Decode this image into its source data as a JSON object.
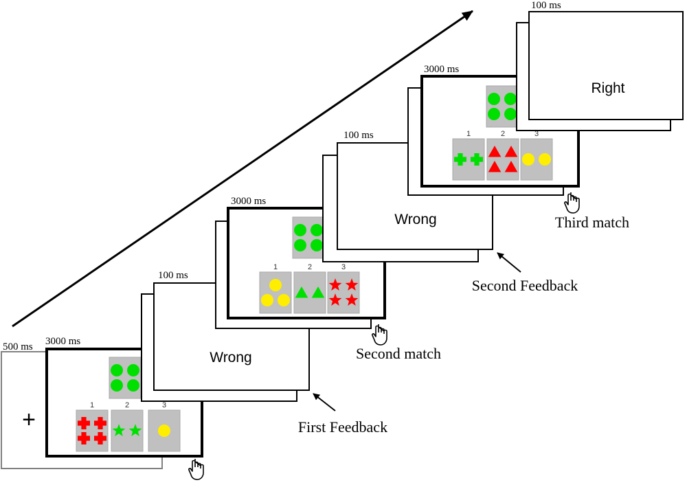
{
  "fixation": {
    "symbol": "+",
    "duration": "500 ms"
  },
  "matches": [
    {
      "duration": "3000 ms",
      "label": "",
      "target": {
        "shape": "circle",
        "color": "#00e000",
        "count": 4
      },
      "choices": [
        {
          "number": "1",
          "shape": "cross",
          "color": "#ff0000",
          "count": 4
        },
        {
          "number": "2",
          "shape": "star",
          "color": "#00e000",
          "count": 2
        },
        {
          "number": "3",
          "shape": "circle",
          "color": "#ffee00",
          "count": 1
        }
      ]
    },
    {
      "duration": "3000 ms",
      "label": "Second match",
      "target": {
        "shape": "circle",
        "color": "#00e000",
        "count": 4
      },
      "choices": [
        {
          "number": "1",
          "shape": "circle",
          "color": "#ffee00",
          "count": 3
        },
        {
          "number": "2",
          "shape": "triangle",
          "color": "#00e000",
          "count": 2
        },
        {
          "number": "3",
          "shape": "star",
          "color": "#ff0000",
          "count": 4
        }
      ]
    },
    {
      "duration": "3000 ms",
      "label": "Third match",
      "target": {
        "shape": "circle",
        "color": "#00e000",
        "count": 4
      },
      "choices": [
        {
          "number": "1",
          "shape": "cross",
          "color": "#00e000",
          "count": 2
        },
        {
          "number": "2",
          "shape": "triangle",
          "color": "#ff0000",
          "count": 4
        },
        {
          "number": "3",
          "shape": "circle",
          "color": "#ffee00",
          "count": 2
        }
      ]
    }
  ],
  "feedbacks": [
    {
      "duration": "100 ms",
      "text": "Wrong",
      "label": "First Feedback"
    },
    {
      "duration": "100 ms",
      "text": "Wrong",
      "label": "Second Feedback"
    },
    {
      "duration": "100 ms",
      "text": "Right",
      "label": ""
    }
  ],
  "colors": {
    "card_bg": "#c0c0c0",
    "card_border": "#a8a8a8",
    "frame": "#000000",
    "fixation_frame": "#808080"
  }
}
